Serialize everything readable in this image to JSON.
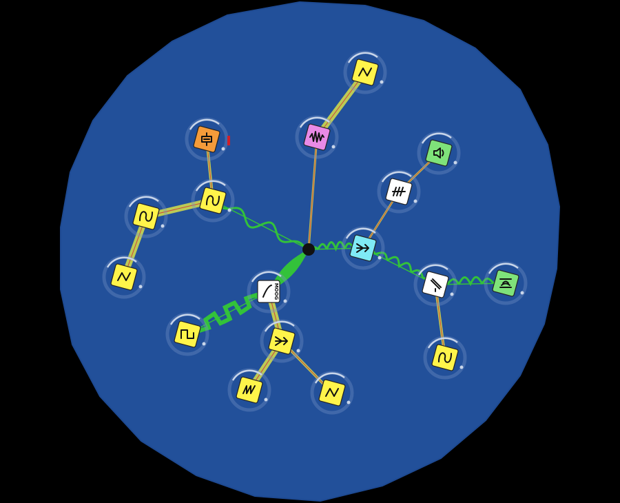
{
  "canvas": {
    "background": "#000000",
    "disc_color": "#22509A",
    "disc_edge_color": "#1E4A92"
  },
  "colors": {
    "yellow_tile": "#FFF44A",
    "cyan_tile": "#7FEAF5",
    "orange_tile": "#F49B3A",
    "green_tile": "#7FE27A",
    "pink_tile": "#E98AE6",
    "white_tile": "#FFFFFF",
    "waveform_green": "#33C23A",
    "cable_yellow": "#D8E04A",
    "cable_red": "#D0443A",
    "ring": "#C9D6EA",
    "hub": "#111111",
    "tile_outline": "#222222"
  },
  "hub": {
    "name": "center-hub"
  },
  "nodes": [
    {
      "id": "osc-top",
      "type": "oscillator",
      "icon": "zigzag-wave-icon",
      "tile": "yellow"
    },
    {
      "id": "noise",
      "type": "noise",
      "icon": "noise-wave-icon",
      "tile": "pink"
    },
    {
      "id": "sequencer",
      "type": "sequencer",
      "icon": "sequencer-icon",
      "tile": "orange"
    },
    {
      "id": "osc-left-sine",
      "type": "oscillator",
      "icon": "sine-wave-icon",
      "tile": "yellow"
    },
    {
      "id": "osc-mid-sine",
      "type": "oscillator",
      "icon": "sine-wave-icon",
      "tile": "yellow"
    },
    {
      "id": "osc-left-zigzag",
      "type": "oscillator",
      "icon": "zigzag-wave-icon",
      "tile": "yellow"
    },
    {
      "id": "speaker",
      "type": "output",
      "icon": "speaker-icon",
      "tile": "green"
    },
    {
      "id": "reverb",
      "type": "effect",
      "icon": "reverb-icon",
      "tile": "white"
    },
    {
      "id": "mixer-main",
      "type": "mixer",
      "icon": "mixer-arrow-icon",
      "tile": "cyan"
    },
    {
      "id": "delay",
      "type": "effect",
      "icon": "delay-icon",
      "tile": "white"
    },
    {
      "id": "recorder",
      "type": "output",
      "icon": "recorder-icon",
      "tile": "green"
    },
    {
      "id": "osc-right-sine",
      "type": "oscillator",
      "icon": "sine-wave-icon",
      "tile": "yellow"
    },
    {
      "id": "moog-filter",
      "type": "filter",
      "icon": "filter-curve-icon",
      "tile": "white",
      "label": "MOOG"
    },
    {
      "id": "osc-square",
      "type": "oscillator",
      "icon": "square-wave-icon",
      "tile": "yellow"
    },
    {
      "id": "mixer-sub",
      "type": "mixer",
      "icon": "mixer-arrow-icon",
      "tile": "yellow"
    },
    {
      "id": "osc-bottom-left",
      "type": "oscillator",
      "icon": "saw-wave-icon",
      "tile": "yellow"
    },
    {
      "id": "osc-bottom-right",
      "type": "oscillator",
      "icon": "zigzag-wave-icon",
      "tile": "yellow"
    }
  ],
  "links": [
    {
      "from": "osc-top",
      "to": "noise",
      "style": "cable"
    },
    {
      "from": "noise",
      "to": "hub",
      "style": "cable-thin"
    },
    {
      "from": "sequencer",
      "to": "osc-mid-sine",
      "style": "cable-red"
    },
    {
      "from": "osc-left-sine",
      "to": "osc-mid-sine",
      "style": "cable"
    },
    {
      "from": "osc-left-zigzag",
      "to": "osc-left-sine",
      "style": "cable"
    },
    {
      "from": "osc-mid-sine",
      "to": "hub",
      "style": "waveform"
    },
    {
      "from": "speaker",
      "to": "reverb",
      "style": "cable-thin"
    },
    {
      "from": "reverb",
      "to": "mixer-main",
      "style": "cable-thin"
    },
    {
      "from": "hub",
      "to": "mixer-main",
      "style": "waveform"
    },
    {
      "from": "mixer-main",
      "to": "delay",
      "style": "waveform"
    },
    {
      "from": "delay",
      "to": "recorder",
      "style": "waveform"
    },
    {
      "from": "osc-right-sine",
      "to": "delay",
      "style": "cable-red"
    },
    {
      "from": "moog-filter",
      "to": "hub",
      "style": "waveform-spiky"
    },
    {
      "from": "osc-square",
      "to": "moog-filter",
      "style": "waveform-square"
    },
    {
      "from": "mixer-sub",
      "to": "moog-filter",
      "style": "cable"
    },
    {
      "from": "osc-bottom-left",
      "to": "mixer-sub",
      "style": "cable"
    },
    {
      "from": "osc-bottom-right",
      "to": "mixer-sub",
      "style": "cable-red"
    }
  ]
}
